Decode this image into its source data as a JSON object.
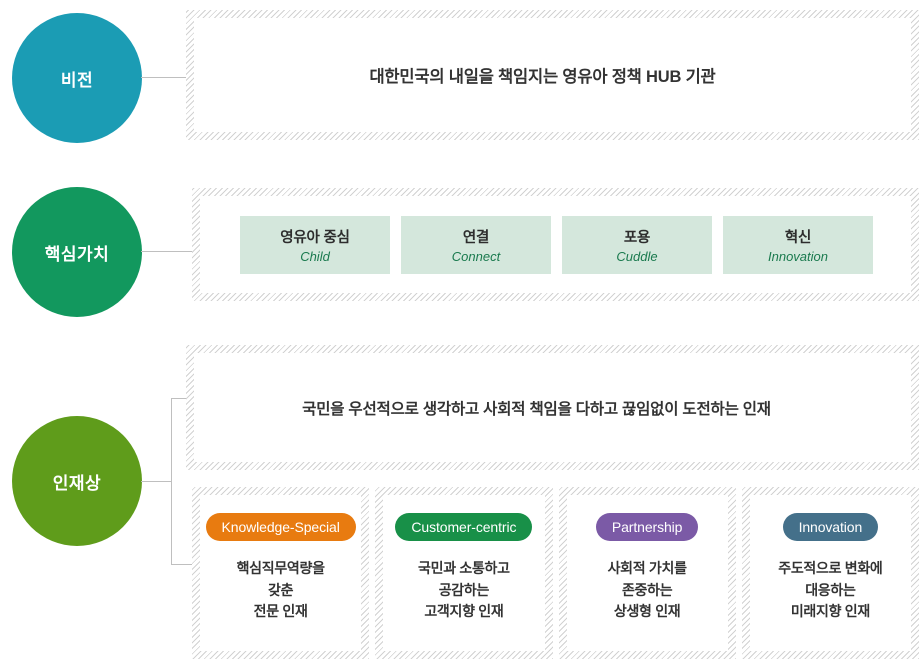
{
  "diagram": {
    "title": "Vision, Core Values and Talent Profile",
    "colors": {
      "vision_circle": "#1b9cb4",
      "values_circle": "#12985e",
      "talent_circle": "#5f9c1b",
      "value_card_bg": "#d4e7dc",
      "value_en_text": "#1a7a4e",
      "hatch_border": "#d2d2d2",
      "connector": "#bfbfbf"
    }
  },
  "vision": {
    "circle_label": "비전",
    "statement": "대한민국의 내일을 책임지는 영유아 정책 HUB 기관"
  },
  "core_values": {
    "circle_label": "핵심가치",
    "items": [
      {
        "ko": "영유아 중심",
        "en": "Child"
      },
      {
        "ko": "연결",
        "en": "Connect"
      },
      {
        "ko": "포용",
        "en": "Cuddle"
      },
      {
        "ko": "혁신",
        "en": "Innovation"
      }
    ]
  },
  "talent": {
    "circle_label": "인재상",
    "statement": "국민을 우선적으로 생각하고 사회적 책임을 다하고 끊임없이 도전하는 인재",
    "cards": [
      {
        "badge": "Knowledge-Special",
        "badge_color": "#e87b10",
        "line1": "핵심직무역량을",
        "line2": "갖춘",
        "line3": "전문 인재"
      },
      {
        "badge": "Customer-centric",
        "badge_color": "#189048",
        "line1": "국민과 소통하고",
        "line2": "공감하는",
        "line3": "고객지향 인재"
      },
      {
        "badge": "Partnership",
        "badge_color": "#7b5aa6",
        "line1": "사회적 가치를",
        "line2": "존중하는",
        "line3": "상생형 인재"
      },
      {
        "badge": "Innovation",
        "badge_color": "#44708a",
        "line1": "주도적으로 변화에",
        "line2": "대응하는",
        "line3": "미래지향 인재"
      }
    ]
  }
}
